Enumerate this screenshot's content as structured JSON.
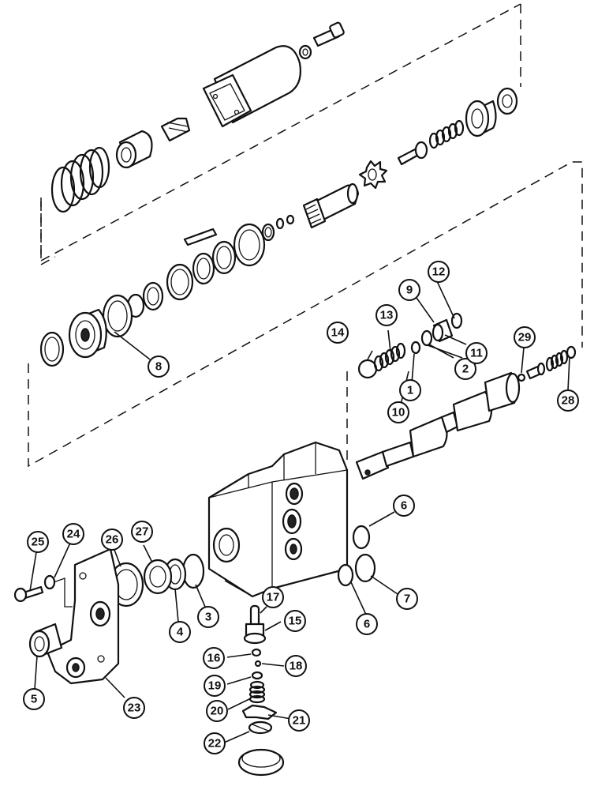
{
  "diagram": {
    "callouts": [
      {
        "id": "c1",
        "label": "1"
      },
      {
        "id": "c2",
        "label": "2"
      },
      {
        "id": "c3",
        "label": "3"
      },
      {
        "id": "c4",
        "label": "4"
      },
      {
        "id": "c5",
        "label": "5"
      },
      {
        "id": "c6a",
        "label": "6"
      },
      {
        "id": "c6b",
        "label": "6"
      },
      {
        "id": "c7",
        "label": "7"
      },
      {
        "id": "c8",
        "label": "8"
      },
      {
        "id": "c9",
        "label": "9"
      },
      {
        "id": "c10",
        "label": "10"
      },
      {
        "id": "c11",
        "label": "11"
      },
      {
        "id": "c12",
        "label": "12"
      },
      {
        "id": "c13",
        "label": "13"
      },
      {
        "id": "c14",
        "label": "14"
      },
      {
        "id": "c15",
        "label": "15"
      },
      {
        "id": "c16",
        "label": "16"
      },
      {
        "id": "c17",
        "label": "17"
      },
      {
        "id": "c18",
        "label": "18"
      },
      {
        "id": "c19",
        "label": "19"
      },
      {
        "id": "c20",
        "label": "20"
      },
      {
        "id": "c21",
        "label": "21"
      },
      {
        "id": "c22",
        "label": "22"
      },
      {
        "id": "c23",
        "label": "23"
      },
      {
        "id": "c24",
        "label": "24"
      },
      {
        "id": "c25",
        "label": "25"
      },
      {
        "id": "c26",
        "label": "26"
      },
      {
        "id": "c27",
        "label": "27"
      },
      {
        "id": "c28",
        "label": "28"
      },
      {
        "id": "c29",
        "label": "29"
      }
    ]
  }
}
